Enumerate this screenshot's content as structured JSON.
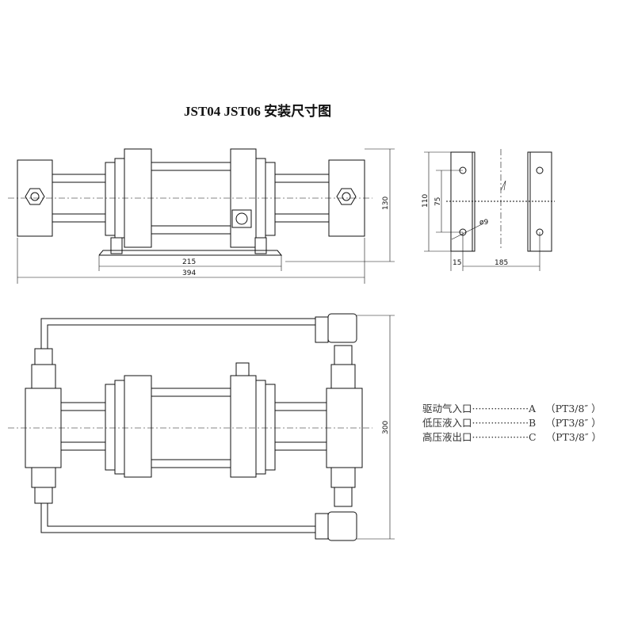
{
  "title": "JST04  JST06 安装尺寸图",
  "top_view": {
    "dim_total": "394",
    "dim_mount": "215",
    "dim_height": "130"
  },
  "bracket_view": {
    "dim_110": "110",
    "dim_75": "75",
    "dim_hole": "ø9",
    "dim_15": "15",
    "dim_185": "185"
  },
  "front_view": {
    "dim_height": "300"
  },
  "legend": [
    {
      "label": "驱动气入口",
      "dots": "··················",
      "port": "A",
      "spec": "（PT3/8″ ）"
    },
    {
      "label": "低压液入口",
      "dots": "··················",
      "port": "B",
      "spec": "（PT3/8″ ）"
    },
    {
      "label": "高压液出口",
      "dots": "··················",
      "port": "C",
      "spec": "（PT3/8″ ）"
    }
  ]
}
